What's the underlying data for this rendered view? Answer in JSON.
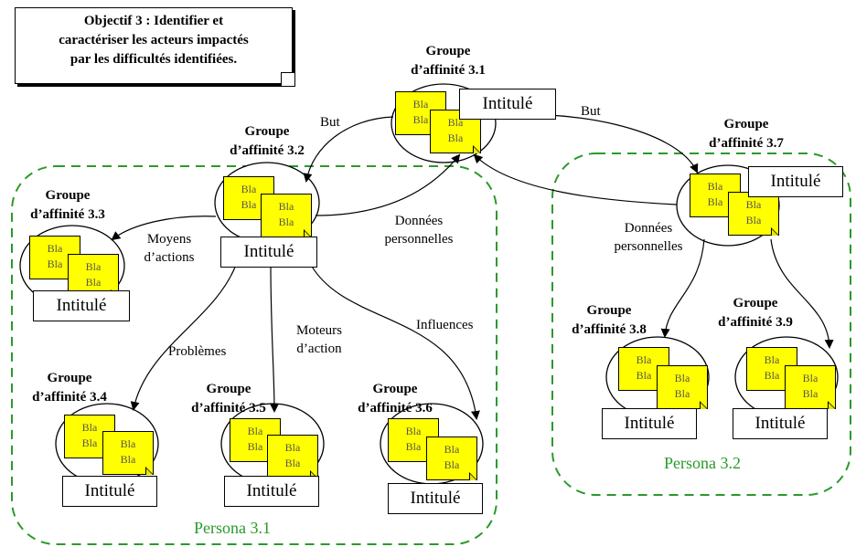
{
  "objective": {
    "text_lines": [
      "Objectif 3 : Identifier et",
      "caractériser les acteurs impactés",
      "par les difficultés identifiées."
    ]
  },
  "groups": {
    "g31": {
      "title_lines": [
        "Groupe",
        "d’affinité 3.1"
      ],
      "label": "Intitulé",
      "note_lines": [
        "Bla",
        "Bla"
      ]
    },
    "g32": {
      "title_lines": [
        "Groupe",
        "d’affinité 3.2"
      ],
      "label": "Intitulé",
      "note_lines": [
        "Bla",
        "Bla"
      ]
    },
    "g33": {
      "title_lines": [
        "Groupe",
        "d’affinité 3.3"
      ],
      "label": "Intitulé",
      "note_lines": [
        "Bla",
        "Bla"
      ]
    },
    "g34": {
      "title_lines": [
        "Groupe",
        "d’affinité 3.4"
      ],
      "label": "Intitulé",
      "note_lines": [
        "Bla",
        "Bla"
      ]
    },
    "g35": {
      "title_lines": [
        "Groupe",
        "d’affinité 3.5"
      ],
      "label": "Intitulé",
      "note_lines": [
        "Bla",
        "Bla"
      ]
    },
    "g36": {
      "title_lines": [
        "Groupe",
        "d’affinité 3.6"
      ],
      "label": "Intitulé",
      "note_lines": [
        "Bla",
        "Bla"
      ]
    },
    "g37": {
      "title_lines": [
        "Groupe",
        "d’affinité 3.7"
      ],
      "label": "Intitulé",
      "note_lines": [
        "Bla",
        "Bla"
      ]
    },
    "g38": {
      "title_lines": [
        "Groupe",
        "d’affinité 3.8"
      ],
      "label": "Intitulé",
      "note_lines": [
        "Bla",
        "Bla"
      ]
    },
    "g39": {
      "title_lines": [
        "Groupe",
        "d’affinité 3.9"
      ],
      "label": "Intitulé",
      "note_lines": [
        "Bla",
        "Bla"
      ]
    }
  },
  "edges": {
    "but_left": "But",
    "but_right": "But",
    "donnees_left": [
      "Données",
      "personnelles"
    ],
    "donnees_right": [
      "Données",
      "personnelles"
    ],
    "moyens": [
      "Moyens",
      "d’actions"
    ],
    "problemes": "Problèmes",
    "moteurs": [
      "Moteurs",
      "d’action"
    ],
    "influences": "Influences"
  },
  "personas": {
    "p31": "Persona 3.1",
    "p32": "Persona 3.2"
  },
  "colors": {
    "note_fill": "#ffff00",
    "persona_border": "#2a9a2a",
    "stroke": "#000000"
  }
}
